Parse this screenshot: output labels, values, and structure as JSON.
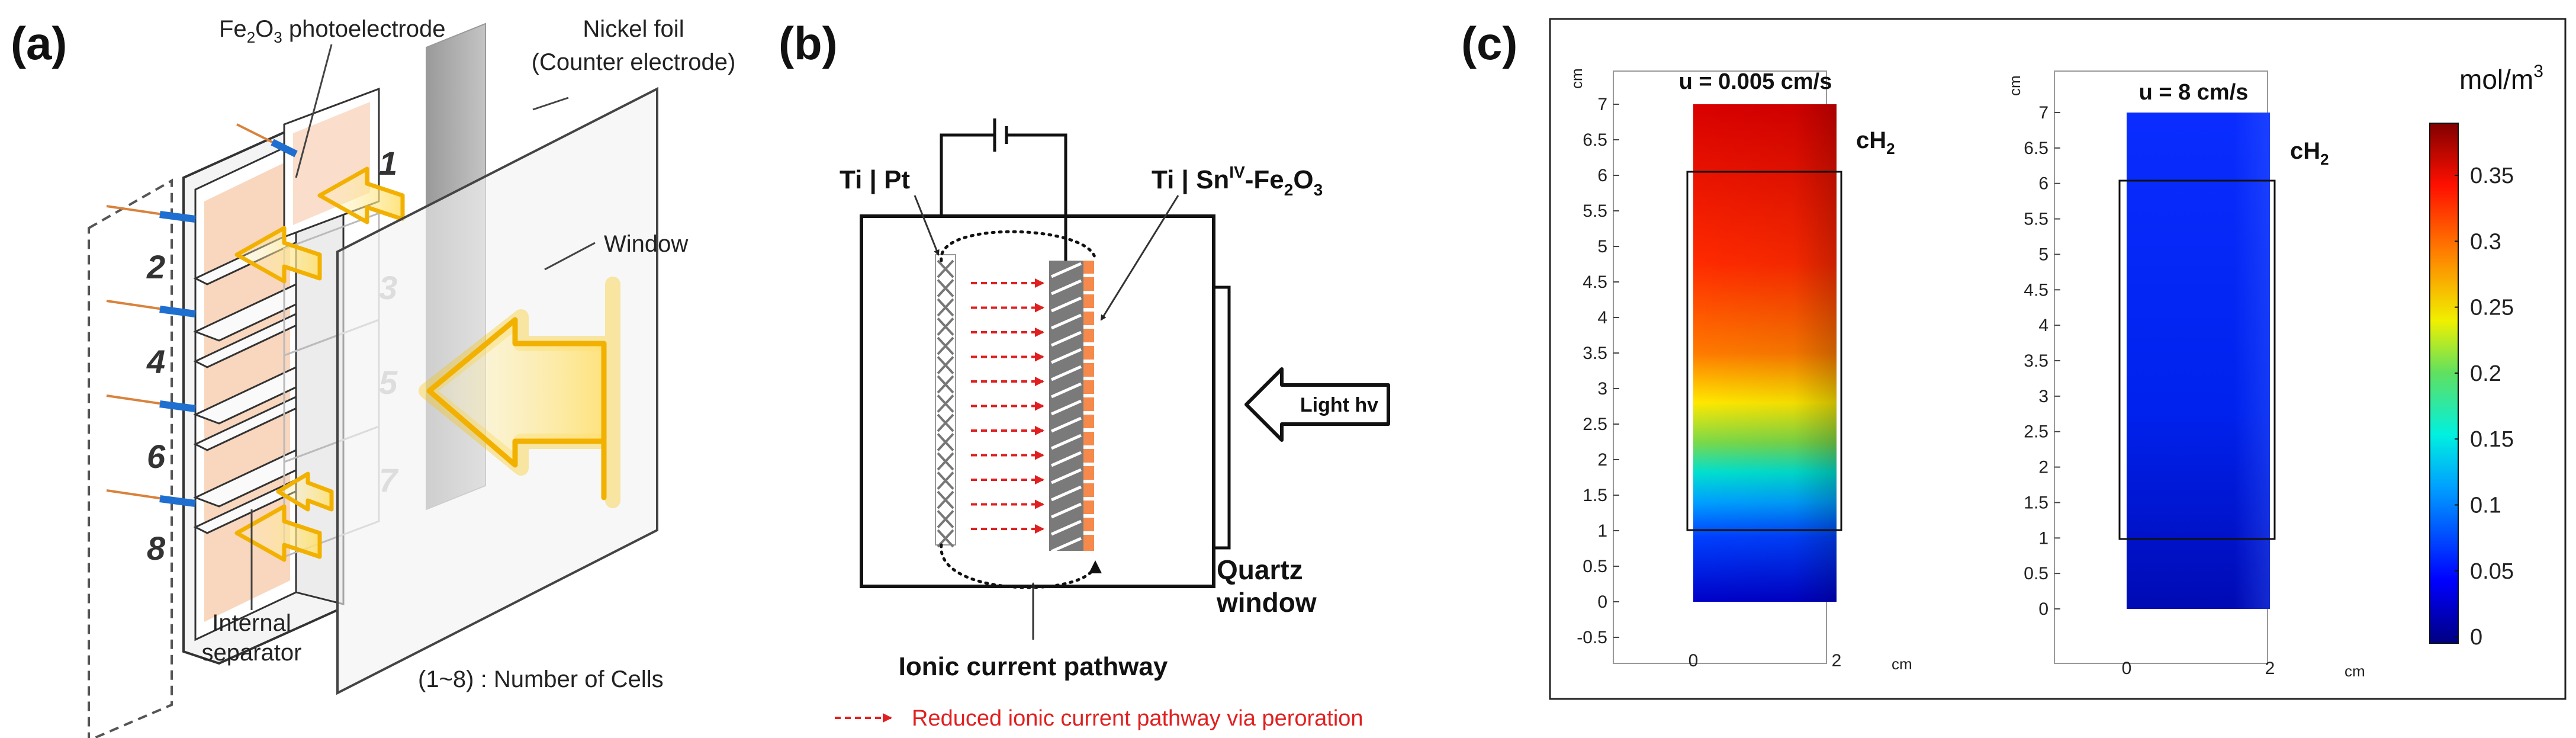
{
  "panel_a": {
    "letter": "(a)",
    "photoelectrode_label_prefix": "Fe",
    "photoelectrode_label_sub1": "2",
    "photoelectrode_label_mid": "O",
    "photoelectrode_label_sub2": "3",
    "photoelectrode_label_suffix": " photoelectrode",
    "nickel_line1": "Nickel foil",
    "nickel_line2": "(Counter electrode)",
    "window_label": "Window",
    "separator_line1": "Internal",
    "separator_line2": "separator",
    "cells_caption": "(1~8) : Number of Cells",
    "cell_numbers": [
      "1",
      "2",
      "3",
      "4",
      "5",
      "6",
      "7",
      "8"
    ]
  },
  "panel_b": {
    "letter": "(b)",
    "ti_pt": "Ti | Pt",
    "ti_sn_prefix": "Ti | Sn",
    "ti_sn_sup": "IV",
    "ti_sn_suffix": "-Fe",
    "ti_sn_sub1": "2",
    "ti_sn_o": "O",
    "ti_sn_sub2": "3",
    "light": "Light hv",
    "quartz_line1": "Quartz",
    "quartz_line2": "window",
    "ionic": "Ionic current pathway",
    "reduced": "Reduced ionic current pathway via peroration"
  },
  "panel_c": {
    "letter": "(c)",
    "unit_prefix": "mol/m",
    "unit_sup": "3",
    "axis_unit": "cm",
    "plot1_title": "u = 0.005 cm/s",
    "plot2_title": "u = 8 cm/s",
    "species_prefix": "cH",
    "species_sub": "2",
    "plot1_yticks": [
      "7",
      "6.5",
      "6",
      "5.5",
      "5",
      "4.5",
      "4",
      "3.5",
      "3",
      "2.5",
      "2",
      "1.5",
      "1",
      "0.5",
      "0",
      "-0.5"
    ],
    "plot2_yticks": [
      "7",
      "6.5",
      "6",
      "5.5",
      "5",
      "4.5",
      "4",
      "3.5",
      "3",
      "2.5",
      "2",
      "1.5",
      "1",
      "0.5",
      "0"
    ],
    "xticks": [
      "0",
      "2"
    ],
    "colorbar_ticks": [
      "0.35",
      "0.3",
      "0.25",
      "0.2",
      "0.15",
      "0.1",
      "0.05",
      "0"
    ]
  }
}
